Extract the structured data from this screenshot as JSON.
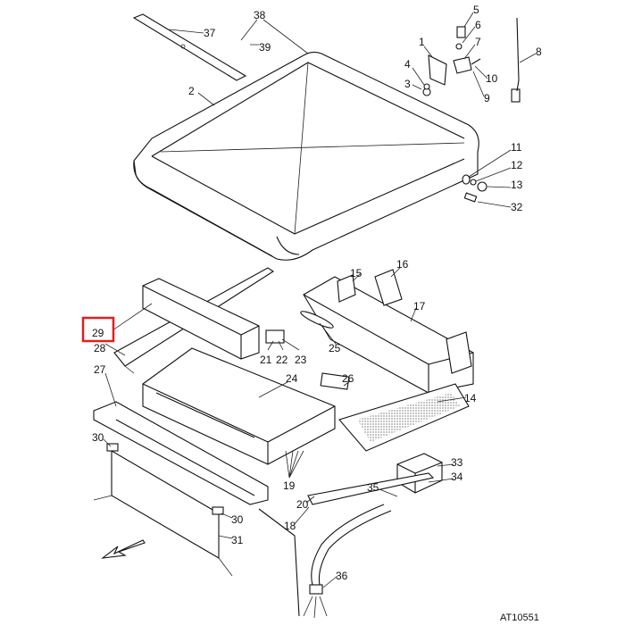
{
  "diagram": {
    "drawing_code": "AT10551",
    "highlighted_part": "29",
    "highlight_color": "#e0201c",
    "callouts": [
      "37",
      "38",
      "39",
      "2",
      "1",
      "4",
      "3",
      "5",
      "6",
      "7",
      "10",
      "9",
      "8",
      "11",
      "12",
      "13",
      "32",
      "15",
      "16",
      "17",
      "29",
      "28",
      "27",
      "21",
      "22",
      "23",
      "25",
      "24",
      "26",
      "14",
      "30",
      "19",
      "33",
      "34",
      "35",
      "20",
      "18",
      "30",
      "31",
      "36"
    ]
  }
}
